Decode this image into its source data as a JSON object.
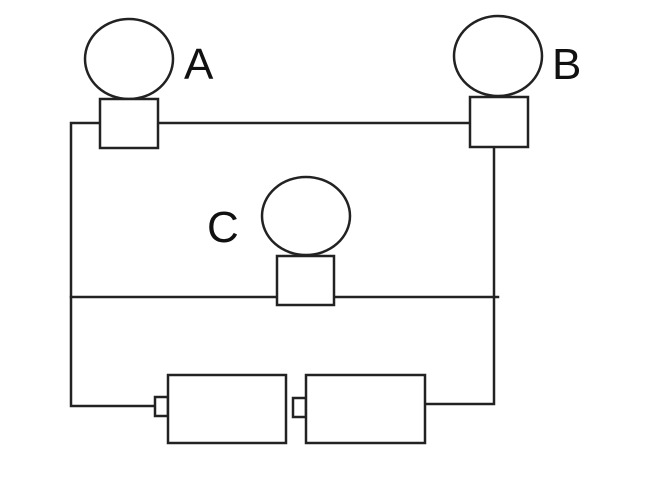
{
  "labels": {
    "bulb_a": "A",
    "bulb_b": "B",
    "bulb_c": "C"
  },
  "colors": {
    "line": "#222222",
    "background": "#ffffff"
  }
}
